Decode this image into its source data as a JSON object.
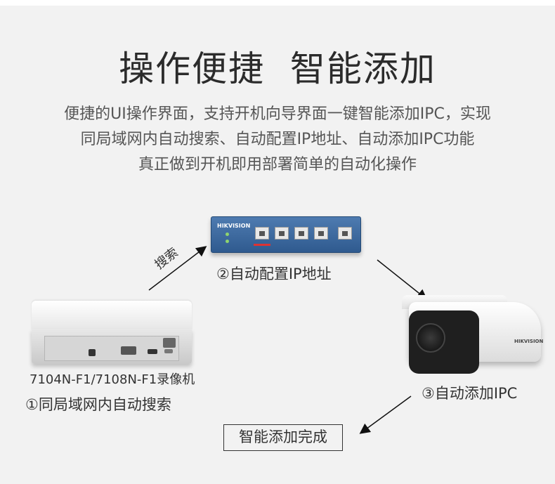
{
  "title": "操作便捷  智能添加",
  "description": {
    "line1": "便捷的UI操作界面，支持开机向导界面一键智能添加IPC，实现",
    "line2": "同局域网内自动搜索、自动配置IP地址、自动添加IPC功能",
    "line3": "真正做到开机即用部署简单的自动化操作"
  },
  "nvr": {
    "model": "7104N-F1/7108N-F1录像机",
    "step": "①同局域网内自动搜索"
  },
  "arrow_label": "搜索",
  "switch": {
    "step": "②自动配置IP地址",
    "brand": "HIKVISION"
  },
  "camera": {
    "step": "③自动添加IPC",
    "brand": "HIKVISION"
  },
  "done": "智能添加完成",
  "colors": {
    "background": "#f2f2f2",
    "switch_blue": "#3a6699",
    "text": "#333333"
  }
}
